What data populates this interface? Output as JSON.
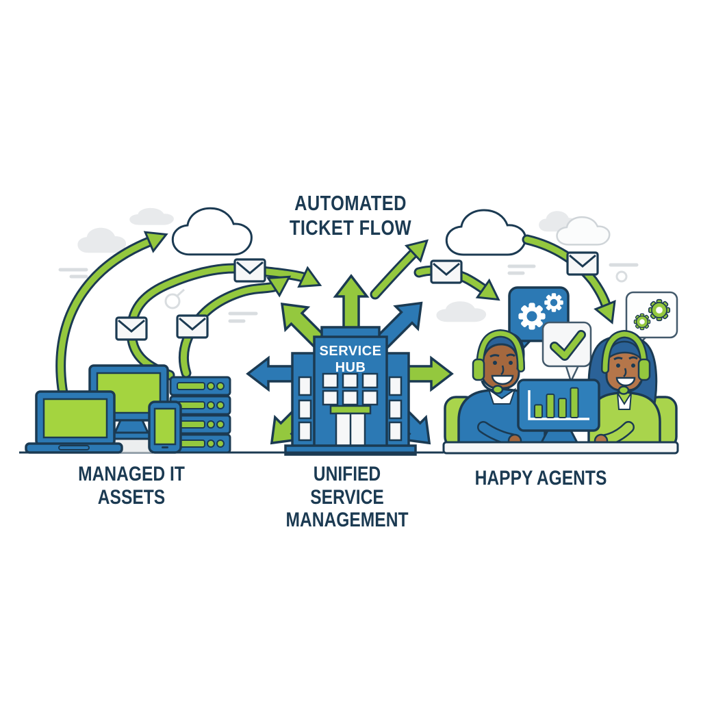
{
  "title": {
    "line1": "AUTOMATED",
    "line2": "TICKET FLOW"
  },
  "hub_sign": {
    "line1": "SERVICE",
    "line2": "HUB"
  },
  "labels": {
    "assets": {
      "line1": "MANAGED IT",
      "line2": "ASSETS"
    },
    "hub": {
      "line1": "UNIFIED SERVICE",
      "line2": "MANAGEMENT"
    },
    "agents": {
      "line1": "HAPPY AGENTS"
    }
  },
  "icons": {
    "ticket_flow": "envelope-icon",
    "managed_assets": [
      "laptop-icon",
      "desktop-monitor-icon",
      "smartphone-icon",
      "server-stack-icon"
    ],
    "agent_bubbles": [
      "gears-speech-bubble-icon",
      "checkmark-speech-bubble-icon",
      "gears-speech-bubble-icon"
    ],
    "background": [
      "cloud-icon",
      "speed-lines",
      "circle-doodle"
    ]
  },
  "chart_data": {
    "type": "bar",
    "title": "",
    "categories": [
      "",
      "",
      "",
      ""
    ],
    "values": [
      30,
      55,
      45,
      70
    ],
    "context": "decorative bar chart on the agents' shared monitor screen",
    "ylim": [
      0,
      80
    ]
  },
  "colors": {
    "green": "#94c83e",
    "screen_green": "#a4d43f",
    "jacket_green": "#a9d44c",
    "blue": "#2c79b4",
    "navy": "#1b3a52",
    "cloud_grey": "#e8eaec",
    "panel_white": "#f6f7f8",
    "hair": "#2b6298",
    "skin_left": "#a5683e",
    "skin_right": "#b5764a"
  }
}
